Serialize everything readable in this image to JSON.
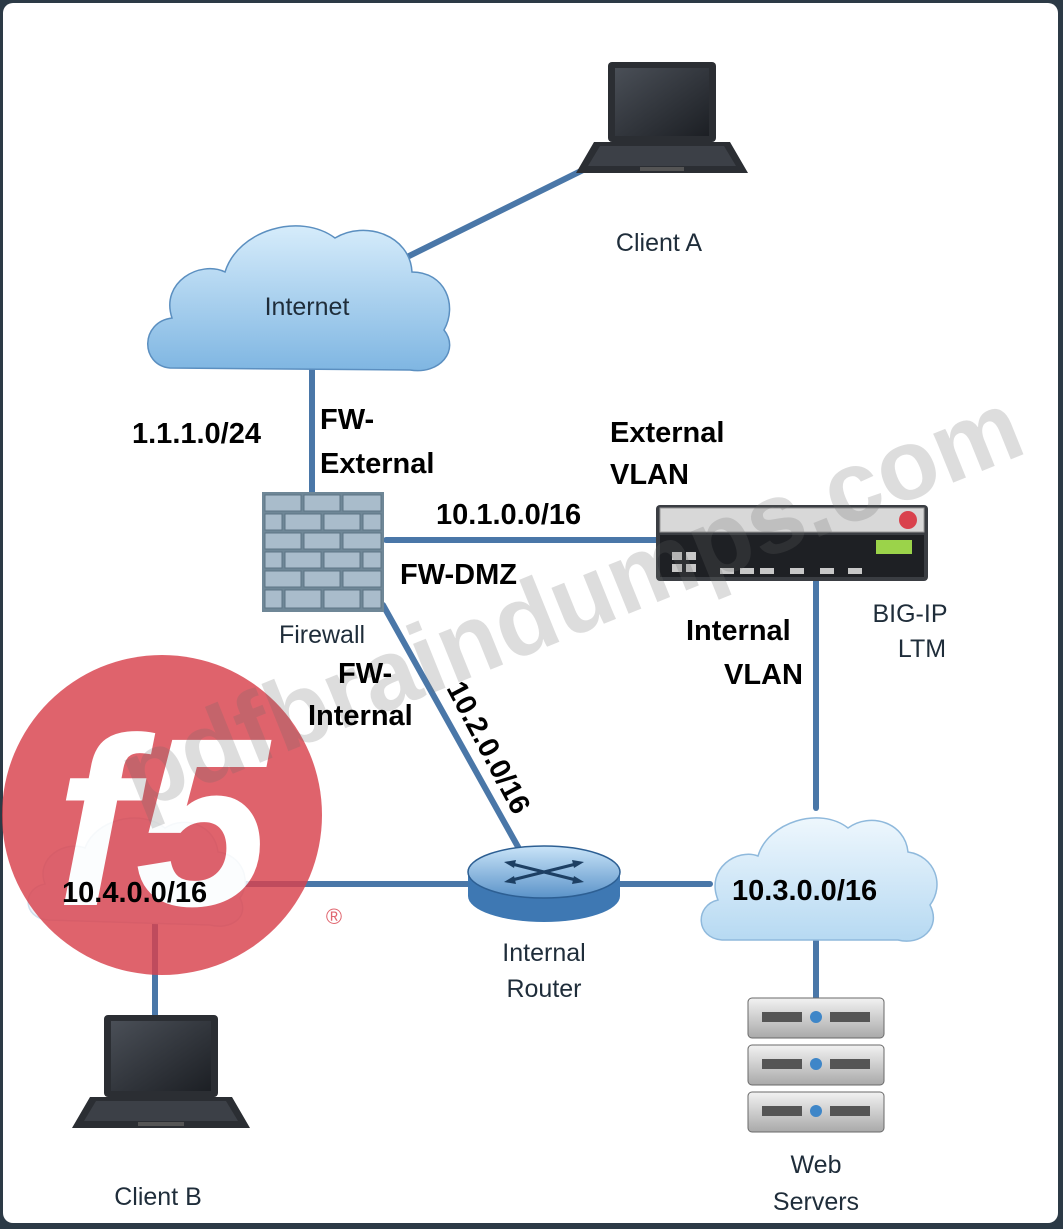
{
  "nodes": {
    "client_a": "Client A",
    "client_b": "Client B",
    "internet": "Internet",
    "firewall": "Firewall",
    "bigip_line1": "BIG-IP",
    "bigip_line2": "LTM",
    "router_line1": "Internal",
    "router_line2": "Router",
    "web_line1": "Web",
    "web_line2": "Servers"
  },
  "networks": {
    "net_internet": "1.1.1.0/24",
    "net_external": "10.1.0.0/16",
    "net_fw_internal": "10.2.0.0/16",
    "net_servers": "10.3.0.0/16",
    "net_client_b": "10.4.0.0/16"
  },
  "interfaces": {
    "fw_external_1": "FW-",
    "fw_external_2": "External",
    "fw_dmz": "FW-DMZ",
    "fw_internal_1": "FW-",
    "fw_internal_2": "Internal",
    "external_vlan_1": "External",
    "external_vlan_2": "VLAN",
    "internal_vlan_1": "Internal",
    "internal_vlan_2": "VLAN"
  },
  "watermark": {
    "text": "pdfbraindumps.com",
    "logo_text": "f5",
    "registered": "®"
  },
  "colors": {
    "link": "#4a77a8",
    "cloud": "#a9d3f0",
    "logo": "#d9424d",
    "frame_bg": "#2c3a46"
  }
}
